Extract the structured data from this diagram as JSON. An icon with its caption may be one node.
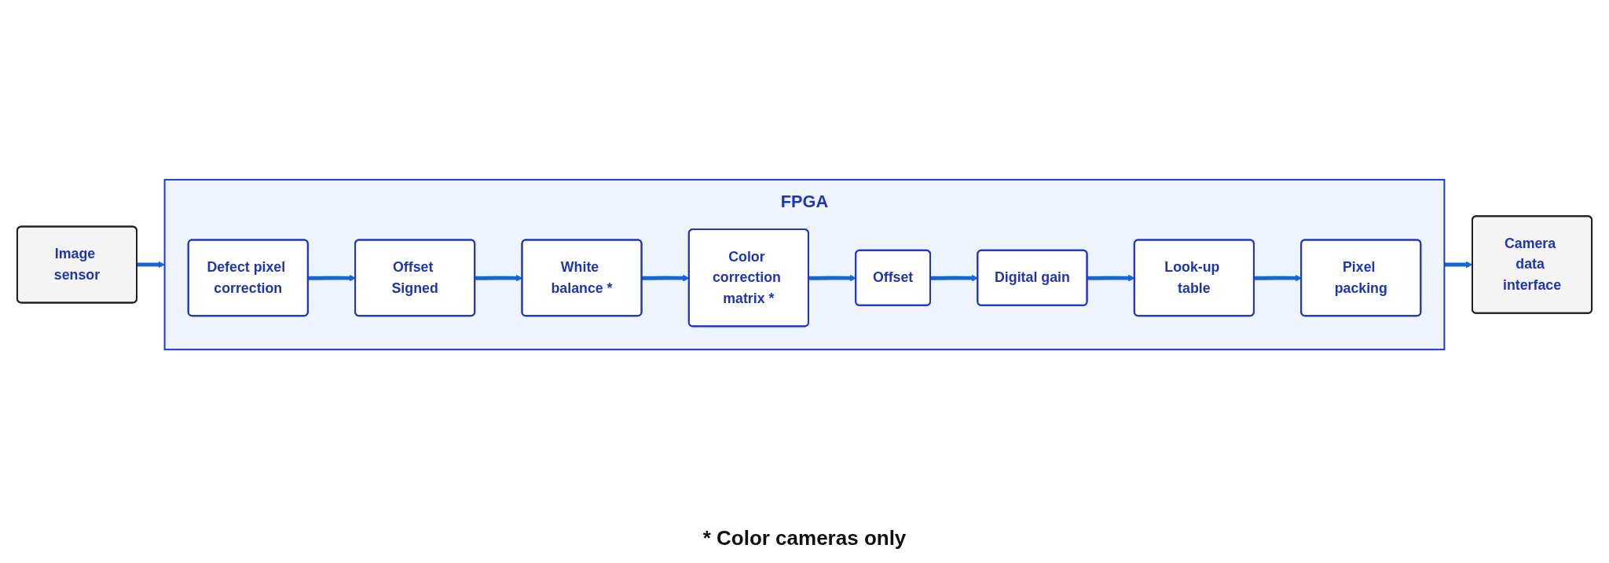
{
  "diagram": {
    "nodes": [
      {
        "text": [
          "Image sensor"
        ]
      },
      {
        "text": [
          "FPGA"
        ]
      },
      {
        "text": [
          "Defect pixel correction"
        ],
        "in": 1
      },
      {
        "text": [
          "Offset Signed"
        ],
        "in": 1
      },
      {
        "text": [
          "White balance *"
        ],
        "in": 1
      },
      {
        "text": [
          "Color correction matrix *"
        ],
        "in": 1
      },
      {
        "text": [
          "Offset"
        ],
        "in": 1
      },
      {
        "text": [
          "Digital gain"
        ],
        "in": 1
      },
      {
        "text": [
          "Look-up table"
        ],
        "in": 1
      },
      {
        "text": [
          "Pixel packing"
        ],
        "in": 1
      },
      {
        "text": [
          "Camera data interface"
        ]
      }
    ],
    "edges": [
      {
        "from": 0,
        "to": 1,
        "arrow": "to"
      },
      {
        "from": 2,
        "to": 3,
        "arrow": "to"
      },
      {
        "from": 3,
        "to": 4,
        "arrow": "to"
      },
      {
        "from": 4,
        "to": 5,
        "arrow": "to"
      },
      {
        "from": 5,
        "to": 6,
        "arrow": "to"
      },
      {
        "from": 6,
        "to": 7,
        "arrow": "to"
      },
      {
        "from": 7,
        "to": 8,
        "arrow": "to"
      },
      {
        "from": 8,
        "to": 9,
        "arrow": "to"
      },
      {
        "from": 1,
        "to": 10,
        "arrow": "to"
      }
    ],
    "labels": [
      "* Color cameras only"
    ]
  }
}
